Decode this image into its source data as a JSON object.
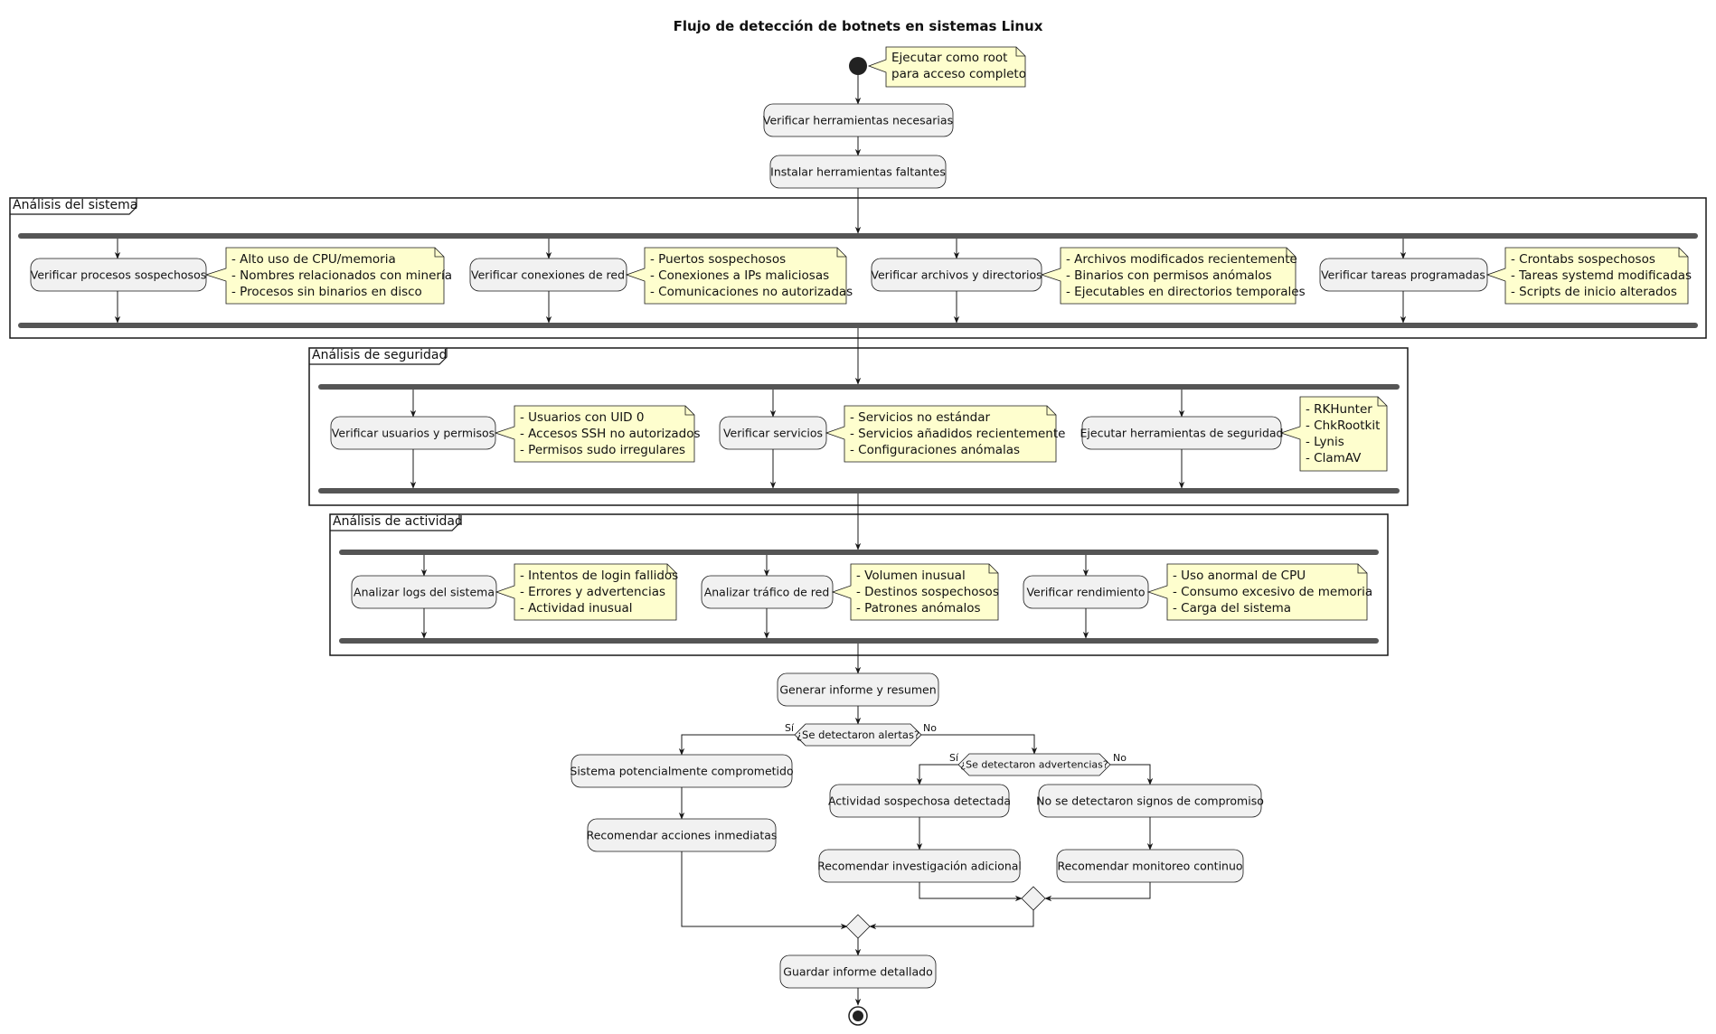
{
  "title": "Flujo de detección de botnets en sistemas Linux",
  "start_note": "Ejecutar como root\npara acceso completo",
  "steps": {
    "verify_tools": "Verificar herramientas necesarias",
    "install_tools": "Instalar herramientas faltantes",
    "generate_report": "Generar informe y resumen",
    "save_report": "Guardar informe detallado"
  },
  "partitions": [
    {
      "label": "Análisis del sistema",
      "activities": [
        {
          "label": "Verificar procesos sospechosos",
          "note": "- Alto uso de CPU/memoria\n- Nombres relacionados con minería\n- Procesos sin binarios en disco"
        },
        {
          "label": "Verificar conexiones de red",
          "note": "- Puertos sospechosos\n- Conexiones a IPs maliciosas\n- Comunicaciones no autorizadas"
        },
        {
          "label": "Verificar archivos y directorios",
          "note": "- Archivos modificados recientemente\n- Binarios con permisos anómalos\n- Ejecutables en directorios temporales"
        },
        {
          "label": "Verificar tareas programadas",
          "note": "- Crontabs sospechosos\n- Tareas systemd modificadas\n- Scripts de inicio alterados"
        }
      ]
    },
    {
      "label": "Análisis de seguridad",
      "activities": [
        {
          "label": "Verificar usuarios y permisos",
          "note": "- Usuarios con UID 0\n- Accesos SSH no autorizados\n- Permisos sudo irregulares"
        },
        {
          "label": "Verificar servicios",
          "note": "- Servicios no estándar\n- Servicios añadidos recientemente\n- Configuraciones anómalas"
        },
        {
          "label": "Ejecutar herramientas de seguridad",
          "note": "- RKHunter\n- ChkRootkit\n- Lynis\n- ClamAV"
        }
      ]
    },
    {
      "label": "Análisis de actividad",
      "activities": [
        {
          "label": "Analizar logs del sistema",
          "note": "- Intentos de login fallidos\n- Errores y advertencias\n- Actividad inusual"
        },
        {
          "label": "Analizar tráfico de red",
          "note": "- Volumen inusual\n- Destinos sospechosos\n- Patrones anómalos"
        },
        {
          "label": "Verificar rendimiento",
          "note": "- Uso anormal de CPU\n- Consumo excesivo de memoria\n- Carga del sistema"
        }
      ]
    }
  ],
  "decisions": {
    "alerts": {
      "question": "¿Se detectaron alertas?",
      "yes": "Sí",
      "no": "No"
    },
    "warnings": {
      "question": "¿Se detectaron advertencias?",
      "yes": "Sí",
      "no": "No"
    }
  },
  "outcomes": {
    "compromised": "Sistema potencialmente comprometido",
    "immediate": "Recomendar acciones inmediatas",
    "suspicious": "Actividad sospechosa detectada",
    "investigate": "Recomendar investigación adicional",
    "clean": "No se detectaron signos de compromiso",
    "monitor": "Recomendar monitoreo continuo"
  },
  "colors": {
    "activity_fill": "#f1f1f1",
    "note_fill": "#fefece",
    "line": "#181818",
    "bar": "#555555"
  }
}
